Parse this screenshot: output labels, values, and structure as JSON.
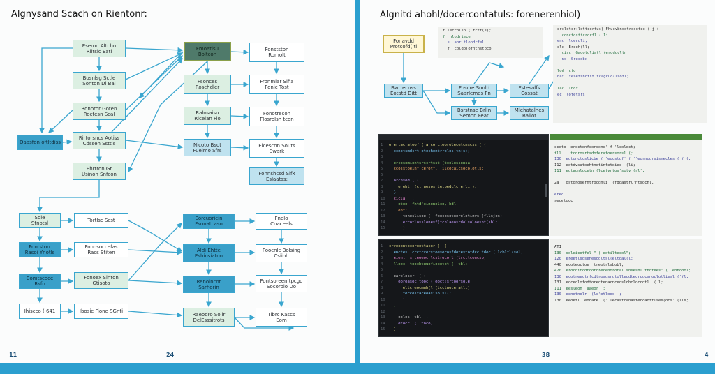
{
  "left_page": {
    "title": "Algnysand Scach on Rientonr:",
    "page_numbers": [
      "11",
      "24"
    ],
    "boxes": [
      {
        "id": "a1",
        "text": "Eseron Aftchn\nRiltsic Eatl",
        "style": "g"
      },
      {
        "id": "a2",
        "text": "Bosnlsg Sctle\nSonton Dl Bal",
        "style": "g"
      },
      {
        "id": "a3",
        "text": "Ronoror Goten\nRoctesn Scal",
        "style": "g"
      },
      {
        "id": "a4",
        "text": "Rirtorsncs Aotiss\nCdssen Ssttls",
        "style": "g"
      },
      {
        "id": "a5",
        "text": "Ehrtron Gr\nUsinon Snfcon",
        "style": "g"
      },
      {
        "id": "side",
        "text": "Oaasfon oftltdiss",
        "style": "b"
      },
      {
        "id": "b1",
        "text": "Fmoatisu\nBoltcon",
        "style": "dk"
      },
      {
        "id": "b2",
        "text": "Fsonces\nRoschdler",
        "style": "g"
      },
      {
        "id": "b3",
        "text": "Ralosaisu\nRicelan Fio",
        "style": "g"
      },
      {
        "id": "b4",
        "text": "Nicoto Bsot\nFuelmo Sfrs",
        "style": "lb"
      },
      {
        "id": "c1",
        "text": "Fonstston\nRomolt",
        "style": "w"
      },
      {
        "id": "c2",
        "text": "Fronmlar Sifia\nFonic Tost",
        "style": "w"
      },
      {
        "id": "c3",
        "text": "Fonotrecon\nFlosrolsh tcon",
        "style": "w"
      },
      {
        "id": "c4",
        "text": "Elcescon Souts\nSwark",
        "style": "w"
      },
      {
        "id": "c5",
        "text": "Fonnshcsd Slfx\nEslaatss:",
        "style": "lb"
      },
      {
        "id": "d1",
        "text": "Soie\nStnotsl",
        "style": "g"
      },
      {
        "id": "d2",
        "text": "Pootstorr\nRasoi Ynotls",
        "style": "b"
      },
      {
        "id": "d3",
        "text": "Bomtscoce\nRsfo",
        "style": "b"
      },
      {
        "id": "d4",
        "text": "Ihiscco ( 641",
        "style": "w"
      },
      {
        "id": "e1",
        "text": "Tortlsc Scst",
        "style": "w"
      },
      {
        "id": "e2",
        "text": "Fonosoccefas\nRacs Stiten",
        "style": "w"
      },
      {
        "id": "e3",
        "text": "Fonoex Sinton\nGtisoto",
        "style": "g"
      },
      {
        "id": "e4",
        "text": "Ibosic Fione SGnti",
        "style": "w"
      },
      {
        "id": "f1",
        "text": "Eorcuoricin\nFsonatcaso",
        "style": "b"
      },
      {
        "id": "f2",
        "text": "Aldi Ehtte\nEshinsiaton",
        "style": "b"
      },
      {
        "id": "f3",
        "text": "Renoincot\nSarfiorin",
        "style": "b"
      },
      {
        "id": "f4",
        "text": "Raeodro Sollr\nDelEsssitrots",
        "style": "g"
      },
      {
        "id": "g1",
        "text": "Fnelo\nCnaceels",
        "style": "w"
      },
      {
        "id": "g2",
        "text": "Foocnlc Bolsing\nCsiioh",
        "style": "w"
      },
      {
        "id": "g3",
        "text": "Fontsoreen tpcgo\nSocoroio Do",
        "style": "w"
      },
      {
        "id": "g4",
        "text": "Tibrc Kascs\nEom",
        "style": "w"
      }
    ]
  },
  "right_page": {
    "title": "Algnitd ahohl/docercontatuls: forenerenhiol)",
    "page_numbers": [
      "38",
      "4"
    ],
    "boxes": [
      {
        "id": "r1",
        "text": "Fonavdd\nProtcofd( ti",
        "style": "lt"
      },
      {
        "id": "r2",
        "text": "Bwtrecoss\nEotatd Ditt",
        "style": "lb"
      },
      {
        "id": "r3",
        "text": "Foscre Sonld\nSaarlemes Fn",
        "style": "lb"
      },
      {
        "id": "r4",
        "text": "Fstesalfs\nCossat",
        "style": "lb"
      },
      {
        "id": "r5",
        "text": "Bsrstnse Brlin\nSemon Feat",
        "style": "lb"
      },
      {
        "id": "r6",
        "text": "Mlehatalnes\nBallot",
        "style": "lb"
      }
    ],
    "pseudo_a": [
      "f lecrolso ( rctt(s);",
      "f  nlodriece",
      "  s  anr tlondrfel",
      "  f  coldo(ofntnstoco"
    ],
    "pseudo_b": [
      "erclotcr:lsttcortus) Fhucvbnsotrosotec ( j (",
      "  conctosticrorfl ( li",
      "enc  lcerdli;",
      "ele  Ereeh(ll;",
      "  cisc  Gaootoliatl (erodocltn",
      "  ns  Srecdbx",
      "",
      "lod  cto",
      "bat  fesetsnotst fcagruo(lsotl;",
      "",
      "lac  lbof",
      "ec  lotetsrs"
    ],
    "code1": [
      "orertacrateof ( a corcteorelecetcnscss ( (",
      "  ccnotsmdcrt otechentrrolos(tn(s);",
      "",
      "  ercosomiontsrscrtsst (tcolossonsa;",
      "  ccosstoeinf cerotf, (ilcecaicsocolotls;",
      "",
      "  orcnsod ( (",
      "    ereht  (ctruesosrtetbedclc erli );",
      "  }",
      "  cicla(  (",
      "    etoe  fhtd'cinonolce, bdl;",
      "    ent;",
      "      toneslisoe (  feocosotoerolotinvs (fllsjos)",
      "      ercotlosslonesf(tcnlaeosrdolsoloesnt(sbl;",
      "      )"
    ],
    "code2": [
      "ecoto  ersctonfcorsonc' f 'lcoloct;",
      "tll    tcorosrtsdoferafoersorsl (;",
      "130  eotonctcslicbe ( 'eocstof' ( ''eornoorsisnecles ( ( (;",
      "112  eotdvsatoehtnotinfetoiec  (li;",
      "111  eotaonlocetn (lcetvrtos'sotv (rl',",
      "  ",
      "2a   ostoroserntroconli  (fgoastrl'ntsocnl,",
      "",
      "erec",
      "seoetocc"
    ],
    "code3": [
      "crreoentocoroottacor (  (",
      "  enctes  crctcrerstoeserosfdotestotdcc tdec ( lcbltl(sol;",
      "  eieht  srteoeocrlcslrocorl (lrcttconcsb;",
      "  lleec  toocbtuuofiocotot ( 'tbl;",
      "",
      "  earcloscr  ( (",
      "    eoroasoc tooc ( eoct(srtoorsole;",
      "      eltcreocmnb(l (tcctnoteratlt);",
      "      tercostaceoasisolsl(;",
      "      ]",
      "  ]",
      "",
      "    eoles  tbl  ;",
      "    etocc  (  toco);",
      "  }"
    ],
    "code4": [
      "ATI",
      "130  soleicotfel \" ( eotiltecol\";",
      "120  ereetlsosenesooltsl(eltoal(l;",
      "440  ecoteoctoe  treotrlsbobl;",
      "420  erocoitcdtcotorecentrotal sbsesnl tnotees\" (  eoncofl;",
      "130  ecotreectrfcdtrososrotolleodtecrcocsnoclotliesl ('(l;",
      "131  eoceclofodtoreotenacnceoslobclocrotl  ( l;",
      "111  eesleon  aaeor  ;",
      "130  eenotnolr  (lc'otloos  ;",
      "130  eeoetl  eooate  (' lecastcanastercaottlses(ocs' (lls;"
    ]
  },
  "colors": {
    "accent": "#2b9fcf",
    "box_border": "#3aa6cf",
    "box_green": "#dcefe2",
    "box_blue": "#3aa0c9",
    "box_lightblue": "#bfe2ef",
    "code_bg": "#15171a"
  }
}
